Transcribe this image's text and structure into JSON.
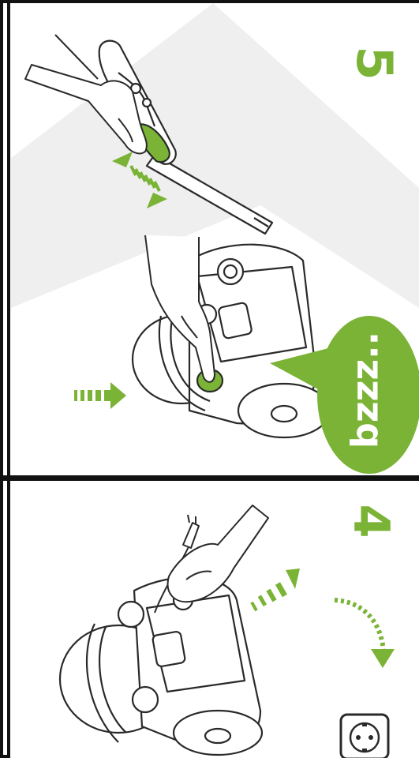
{
  "panels": [
    {
      "step": "5",
      "bubble_text": "bzzz.."
    },
    {
      "step": "4"
    }
  ],
  "colors": {
    "accent": "#7ab336",
    "frame": "#111111",
    "bg_shape": "#eeefee",
    "line": "#2a2a2a"
  }
}
